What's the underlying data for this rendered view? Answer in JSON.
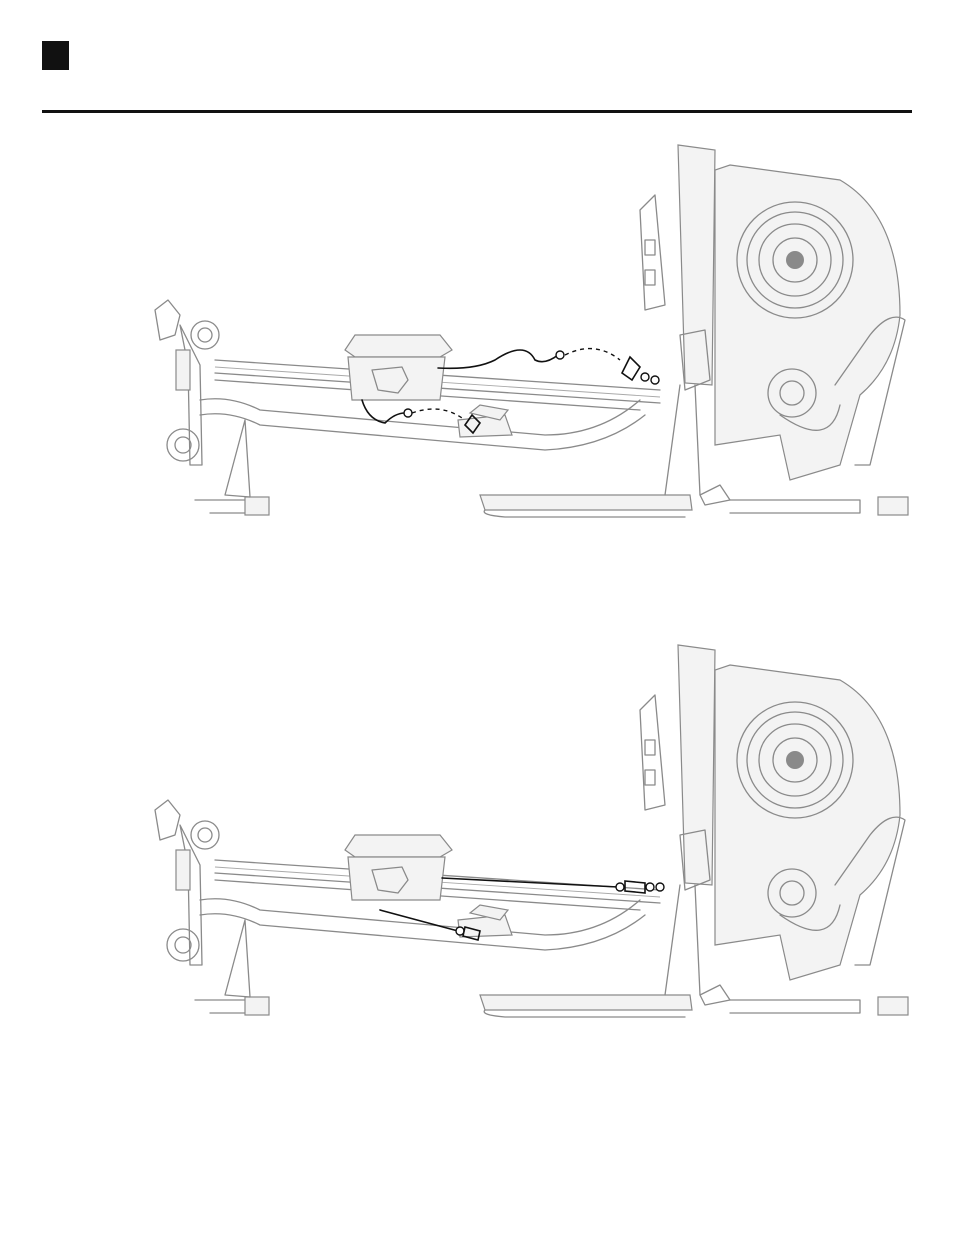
{
  "header": {
    "step_number": ""
  },
  "figures": [
    {
      "name": "figure-connect-cables",
      "state": "cables-unattached"
    },
    {
      "name": "figure-cables-connected",
      "state": "cables-attached"
    }
  ]
}
